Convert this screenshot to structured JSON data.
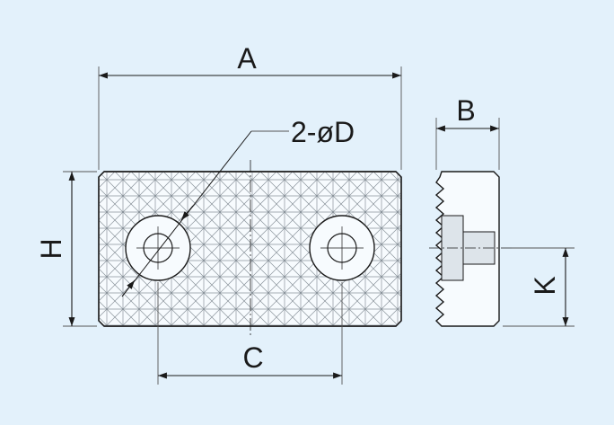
{
  "labels": {
    "a": "A",
    "b": "B",
    "c": "C",
    "d": "2-øD",
    "h": "H",
    "k": "K"
  },
  "colors": {
    "background": "#e3f1fb",
    "part_fill": "#f7fbfe",
    "line": "#1a1a1a",
    "hatch": "#8a939b",
    "dim_line": "#555555"
  }
}
